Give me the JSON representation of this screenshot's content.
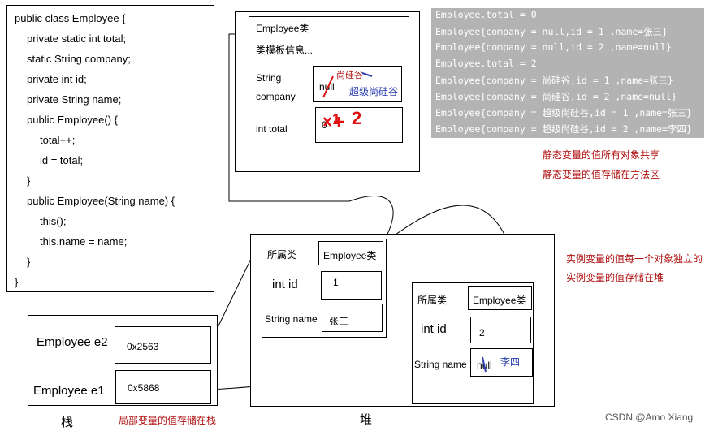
{
  "code": {
    "lines": [
      "public class Employee {",
      "private static int total;",
      "static String company;",
      "private int id;",
      "private String name;",
      "public Employee() {",
      "total++;",
      "id = total;",
      "}",
      "public Employee(String name) {",
      "this();",
      "this.name = name;",
      "}",
      "}"
    ]
  },
  "method_area": {
    "title": "Employee类",
    "subtitle": "类模板信息...",
    "string_company": [
      "String",
      "company"
    ],
    "company_values": {
      "null": "null",
      "first": "尚硅谷",
      "second": "超级尚硅谷"
    },
    "int_total": "int total",
    "total_values": {
      "zero": "0",
      "one": "1",
      "two": "2"
    }
  },
  "output": {
    "lines": [
      "Employee.total = 0",
      "Employee{company = null,id = 1 ,name=张三}",
      "Employee{company = null,id = 2 ,name=null}",
      "Employee.total = 2",
      "Employee{company = 尚硅谷,id = 1 ,name=张三}",
      "Employee{company = 尚硅谷,id = 2 ,name=null}",
      "Employee{company = 超级尚硅谷,id = 1 ,name=张三}",
      "Employee{company = 超级尚硅谷,id = 2 ,name=李四}"
    ],
    "bg": "#b3b3b3"
  },
  "notes": {
    "static_shared": "静态变量的值所有对象共享",
    "static_stored": "静态变量的值存储在方法区",
    "instance_independent": "实例变量的值每一个对象独立的",
    "instance_stored": "实例变量的值存储在堆",
    "local_stored": "局部变量的值存储在栈"
  },
  "stack": {
    "label": "栈",
    "e2_label": "Employee e2",
    "e2_value": "0x2563",
    "e1_label": "Employee e1",
    "e1_value": "0x5868"
  },
  "heap": {
    "label": "堆",
    "obj1": {
      "class_label": "所属类",
      "class_value": "Employee类",
      "id_label": "int id",
      "id_value": "1",
      "name_label": "String name",
      "name_value": "张三"
    },
    "obj2": {
      "class_label": "所属类",
      "class_value": "Employee类",
      "id_label": "int id",
      "id_value": "2",
      "name_label": "String name",
      "name_null": "null",
      "name_value": "李四"
    }
  },
  "watermark": "CSDN @Amo Xiang",
  "colors": {
    "note_red": "#b01010",
    "edit_blue": "#2c3fb0",
    "edit_red": "#e01010"
  }
}
